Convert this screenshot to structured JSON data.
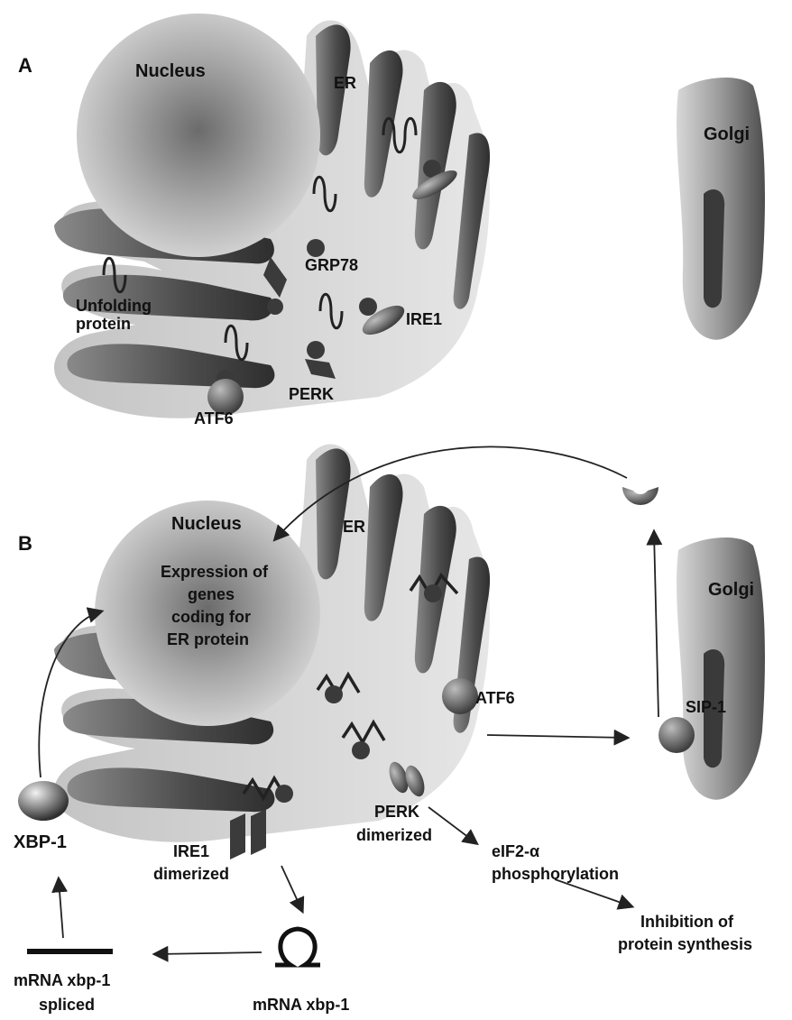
{
  "panel_a": {
    "letter": "A",
    "nucleus": "Nucleus",
    "er": "ER",
    "golgi": "Golgi",
    "grp78": "GRP78",
    "unfolding_line1": "Unfolding",
    "unfolding_line2": "protein",
    "ire1": "IRE1",
    "perk": "PERK",
    "atf6": "ATF6"
  },
  "panel_b": {
    "letter": "B",
    "nucleus": "Nucleus",
    "expression_line1": "Expression of",
    "expression_line2": "genes",
    "expression_line3": "coding for",
    "expression_line4": "ER protein",
    "er": "ER",
    "golgi": "Golgi",
    "sip1": "SIP-1",
    "atf6": "ATF6",
    "perk_line1": "PERK",
    "perk_line2": "dimerized",
    "eif2_line1": "eIF2-α",
    "eif2_line2": "phosphorylation",
    "inhibition_line1": "Inhibition of",
    "inhibition_line2": "protein synthesis",
    "ire1_line1": "IRE1",
    "ire1_line2": "dimerized",
    "xbp1": "XBP-1",
    "mrna_spliced_line1": "mRNA xbp-1",
    "mrna_spliced_line2": "spliced",
    "mrna": "mRNA xbp-1"
  },
  "colors": {
    "er_light": "#d9d9d9",
    "er_dark": "#5a5a5a",
    "nucleus_center": "#6e6e6e",
    "nucleus_edge": "#cfcfcf",
    "protein": "#555555"
  }
}
